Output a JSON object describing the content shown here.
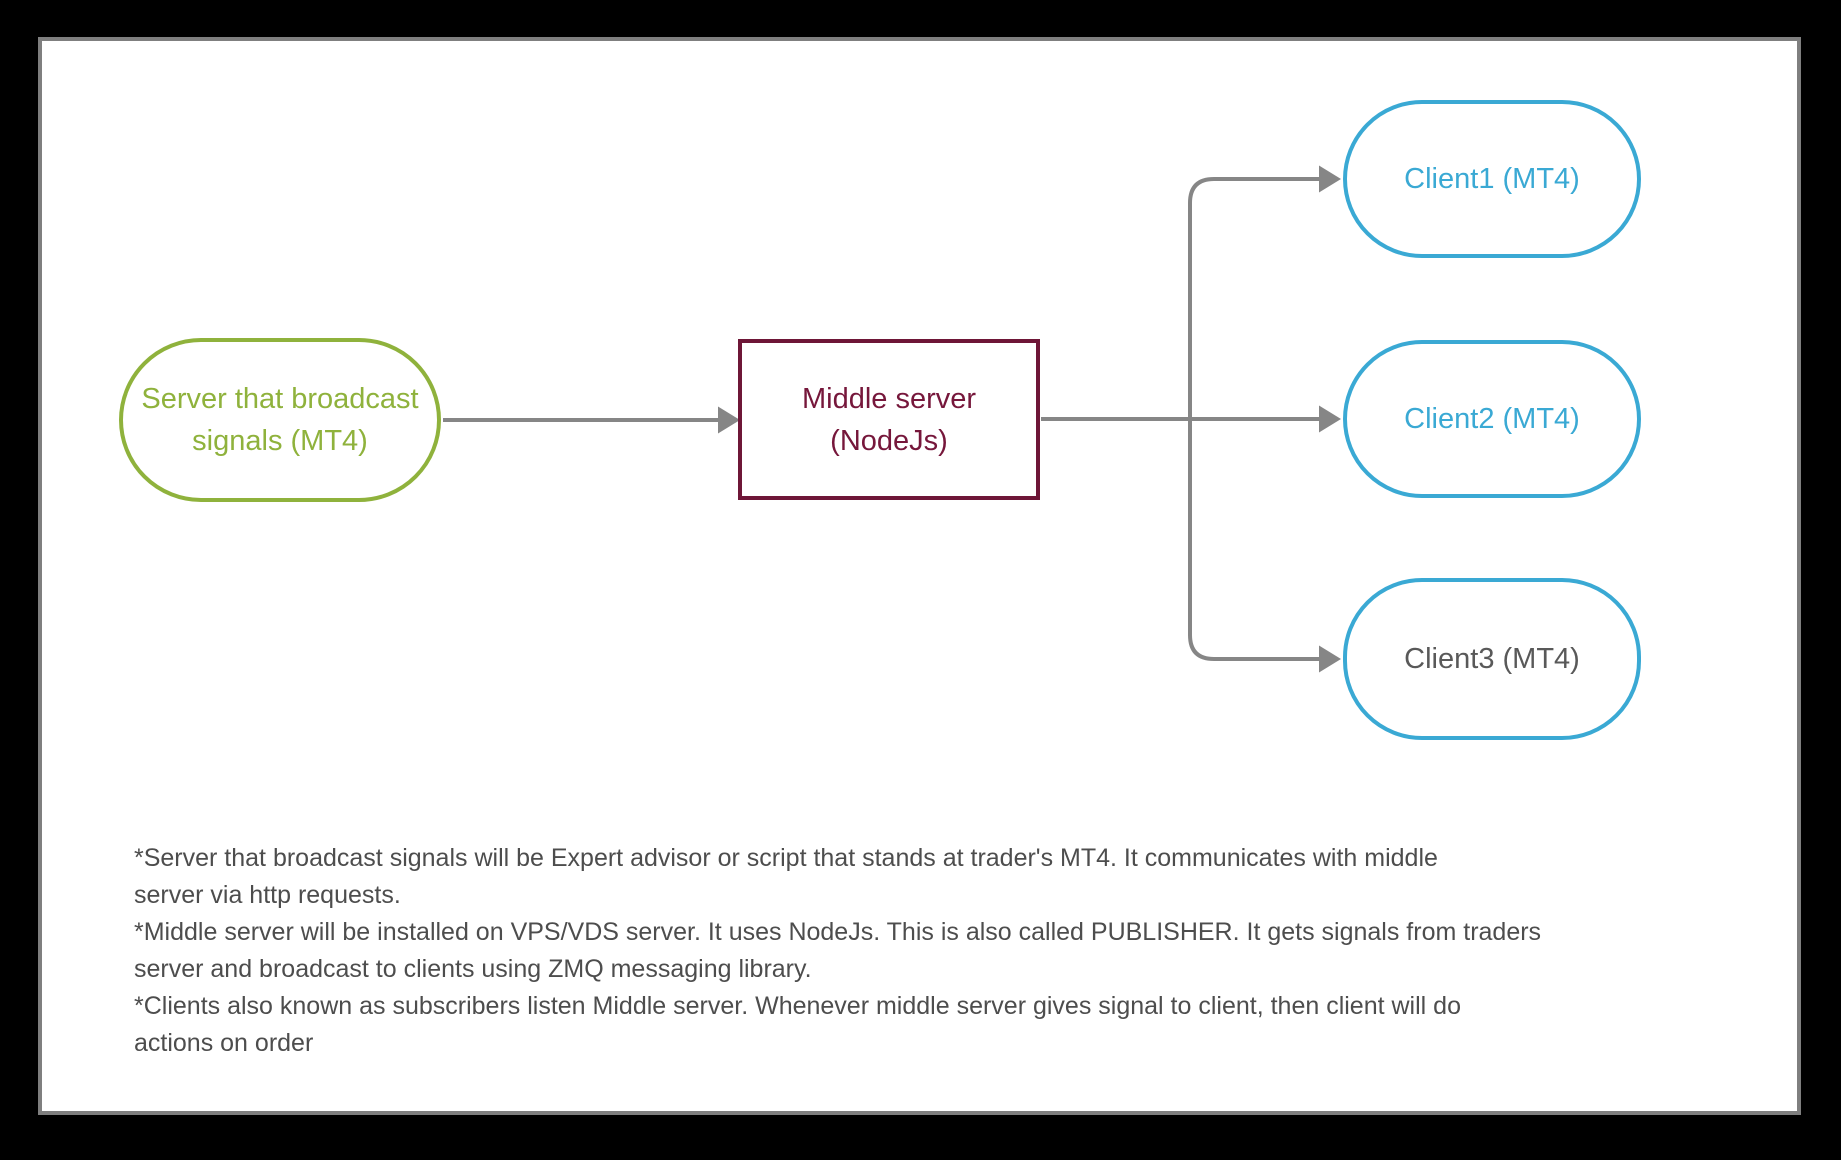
{
  "colors": {
    "frame_bg": "#000000",
    "frame_border": "#7f7f7f",
    "panel_bg": "#ffffff",
    "connector": "#868686",
    "green": "#8FB23C",
    "maroon": "#6E1637",
    "maroon_text": "#76173B",
    "blue": "#3AA9D4",
    "gray_text": "#595959",
    "notes_text": "#4D4D4D"
  },
  "diagram": {
    "nodes": {
      "broadcast_server": {
        "shape": "pill",
        "label_line1": "Server that broadcast",
        "label_line2": "signals (MT4)"
      },
      "middle_server": {
        "shape": "rectangle",
        "label_line1": "Middle server",
        "label_line2": "(NodeJs)"
      },
      "client1": {
        "shape": "pill",
        "label": "Client1 (MT4)"
      },
      "client2": {
        "shape": "pill",
        "label": "Client2 (MT4)"
      },
      "client3": {
        "shape": "pill",
        "label": "Client3 (MT4)"
      }
    },
    "edges": [
      {
        "from": "broadcast_server",
        "to": "middle_server"
      },
      {
        "from": "middle_server",
        "to": "client1"
      },
      {
        "from": "middle_server",
        "to": "client2"
      },
      {
        "from": "middle_server",
        "to": "client3"
      }
    ]
  },
  "notes": {
    "lines": [
      "*Server that broadcast signals will be Expert advisor or script that stands at trader's MT4. It communicates with middle",
      "server via http requests.",
      "*Middle server will be installed on VPS/VDS server. It uses NodeJs. This is also called PUBLISHER. It gets signals from traders",
      "server and broadcast to clients using ZMQ messaging library.",
      "*Clients also known as subscribers listen Middle server. Whenever middle server gives signal to client, then client will do",
      "actions on order"
    ]
  }
}
